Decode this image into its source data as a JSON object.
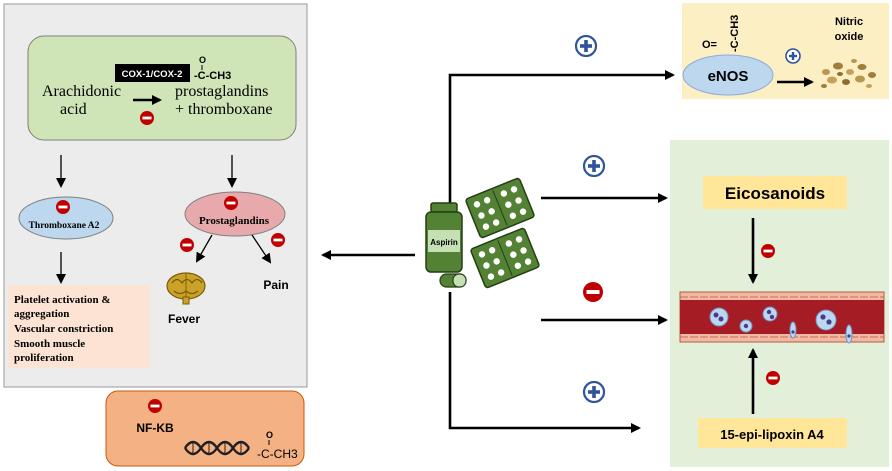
{
  "left_panel": {
    "cox_badge": "COX-1/COX-2",
    "acetyl_top": "-C-CH3",
    "acetyl_o": "O",
    "substrate_line1": "Arachidonic",
    "substrate_line2": "acid",
    "product_line1": "prostaglandins",
    "product_line2": "+ thromboxane",
    "thromboxane_node": "Thromboxane A2",
    "prostaglandins_node": "Prostaglandins",
    "effects": [
      "Platelet activation &",
      "aggregation",
      "Vascular constriction",
      "Smooth muscle",
      "proliferation"
    ],
    "fever_label": "Fever",
    "pain_label": "Pain"
  },
  "nfkb_box": {
    "label": "NF-KB",
    "acetyl": "-C-CH3",
    "acetyl_o": "O"
  },
  "center": {
    "drug_label": "Aspirin"
  },
  "enos_box": {
    "acetyl_o": "O=",
    "acetyl_vertical": "-C-CH3",
    "enos_label": "eNOS",
    "no_line1": "Nitric",
    "no_line2": "oxide"
  },
  "vessel_panel": {
    "eicosanoids_label": "Eicosanoids",
    "lipoxin_label": "15-epi-lipoxin A4"
  },
  "colors": {
    "inhibit_red": "#c00000",
    "activate_blue": "#2f5597",
    "left_panel_bg": "#ececec",
    "cox_box_green": "#cfe5b8",
    "enos_bg": "#fdefc4",
    "vessel_panel_bg": "#e2efd9",
    "label_yellow": "#ffe699",
    "nfkb_orange": "#f4b183",
    "effects_bg": "#fde3d4",
    "pill_green": "#548235"
  }
}
